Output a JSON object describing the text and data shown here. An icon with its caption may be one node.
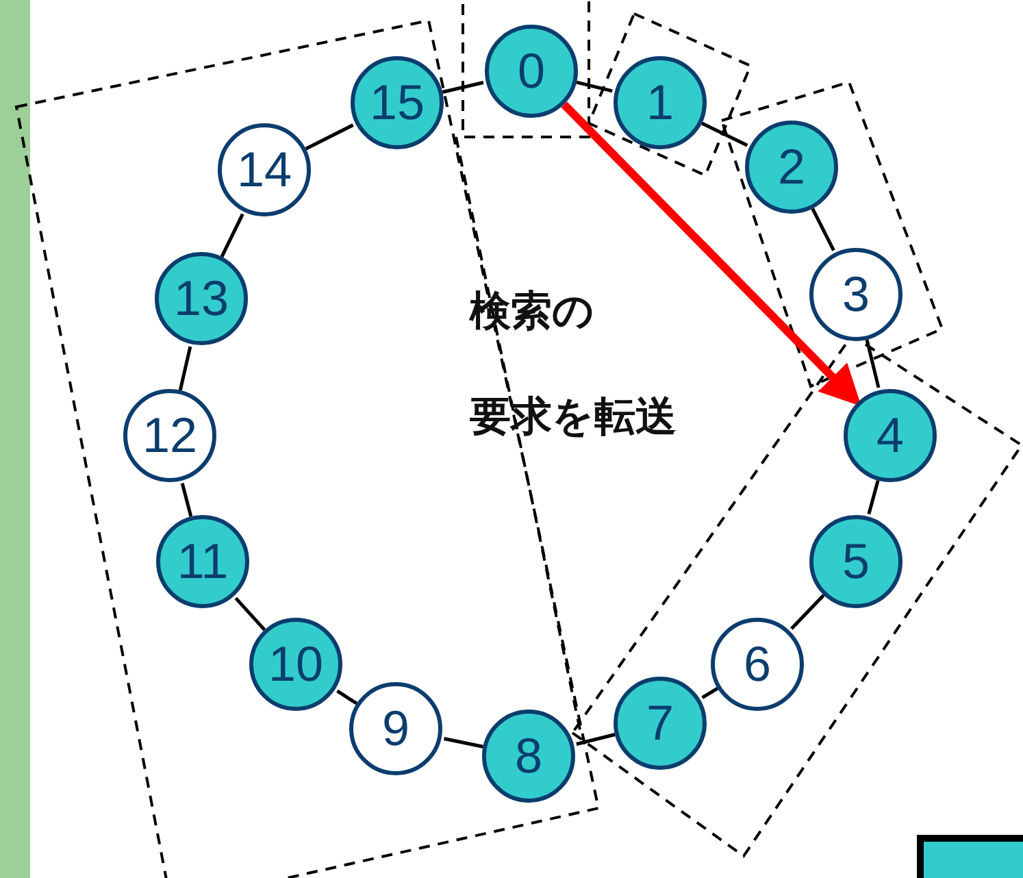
{
  "diagram": {
    "nodes": [
      {
        "text": [
          "0"
        ]
      },
      {
        "text": [
          "1"
        ]
      },
      {
        "text": [
          "2"
        ]
      },
      {
        "text": [
          "3"
        ]
      },
      {
        "text": [
          "4"
        ]
      },
      {
        "text": [
          "5"
        ]
      },
      {
        "text": [
          "6"
        ]
      },
      {
        "text": [
          "7"
        ]
      },
      {
        "text": [
          "8"
        ]
      },
      {
        "text": [
          "9"
        ]
      },
      {
        "text": [
          "10"
        ]
      },
      {
        "text": [
          "11"
        ]
      },
      {
        "text": [
          "12"
        ]
      },
      {
        "text": [
          "13"
        ]
      },
      {
        "text": [
          "14"
        ]
      },
      {
        "text": [
          "15"
        ]
      }
    ],
    "edges": [
      {
        "from": 0,
        "to": 1,
        "arrow": "none"
      },
      {
        "from": 1,
        "to": 2,
        "arrow": "none"
      },
      {
        "from": 2,
        "to": 3,
        "arrow": "none"
      },
      {
        "from": 3,
        "to": 4,
        "arrow": "none"
      },
      {
        "from": 4,
        "to": 5,
        "arrow": "none"
      },
      {
        "from": 5,
        "to": 6,
        "arrow": "none"
      },
      {
        "from": 6,
        "to": 7,
        "arrow": "none"
      },
      {
        "from": 7,
        "to": 8,
        "arrow": "none"
      },
      {
        "from": 8,
        "to": 9,
        "arrow": "none"
      },
      {
        "from": 9,
        "to": 10,
        "arrow": "none"
      },
      {
        "from": 10,
        "to": 11,
        "arrow": "none"
      },
      {
        "from": 11,
        "to": 12,
        "arrow": "none"
      },
      {
        "from": 12,
        "to": 13,
        "arrow": "none"
      },
      {
        "from": 13,
        "to": 14,
        "arrow": "none"
      },
      {
        "from": 14,
        "to": 15,
        "arrow": "none"
      },
      {
        "from": 15,
        "to": 0,
        "arrow": "none"
      },
      {
        "from": 0,
        "to": 4,
        "arrow": "to",
        "style": "thick",
        "color": "#ff0000"
      }
    ],
    "labels": [
      "検索の",
      "要求を転送"
    ]
  }
}
